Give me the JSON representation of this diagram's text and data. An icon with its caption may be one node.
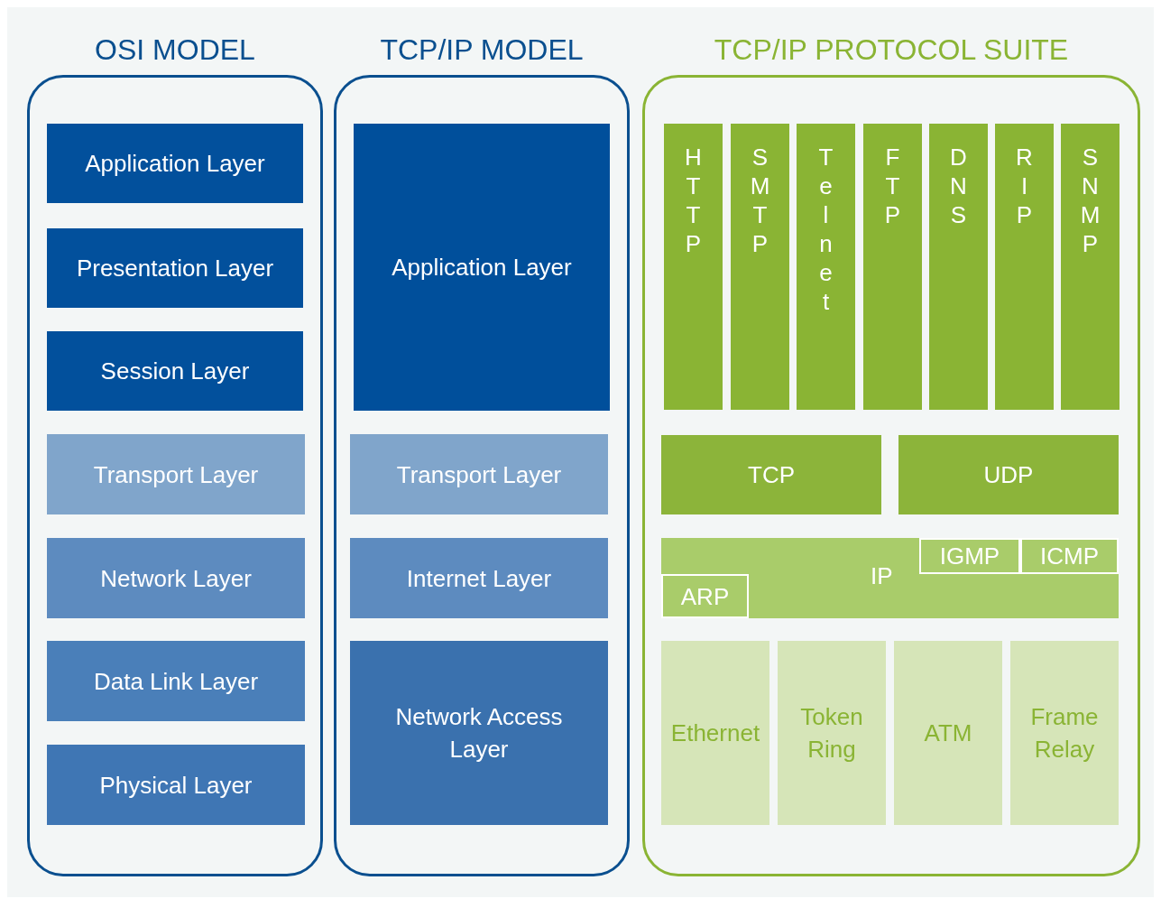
{
  "diagram": {
    "nodes": [
      {
        "text": [
          "OSI MODEL"
        ]
      },
      {
        "text": [
          "Application Layer"
        ],
        "in": 0
      },
      {
        "text": [
          "Presentation Layer"
        ],
        "in": 0
      },
      {
        "text": [
          "Session Layer"
        ],
        "in": 0
      },
      {
        "text": [
          "Transport Layer"
        ],
        "in": 0
      },
      {
        "text": [
          "Network Layer"
        ],
        "in": 0
      },
      {
        "text": [
          "Data Link Layer"
        ],
        "in": 0
      },
      {
        "text": [
          "Physical Layer"
        ],
        "in": 0
      },
      {
        "text": [
          "TCP/IP MODEL"
        ]
      },
      {
        "text": [
          "Application Layer"
        ],
        "in": 8
      },
      {
        "text": [
          "Transport Layer"
        ],
        "in": 8
      },
      {
        "text": [
          "Internet Layer"
        ],
        "in": 8
      },
      {
        "text": [
          "Network Access Layer"
        ],
        "in": 8
      },
      {
        "text": [
          "TCP/IP PROTOCOL SUITE"
        ]
      },
      {
        "text": [
          "HTTP"
        ],
        "in": 13
      },
      {
        "text": [
          "SMTP"
        ],
        "in": 13
      },
      {
        "text": [
          "Telnet"
        ],
        "in": 13
      },
      {
        "text": [
          "FTP"
        ],
        "in": 13
      },
      {
        "text": [
          "DNS"
        ],
        "in": 13
      },
      {
        "text": [
          "RIP"
        ],
        "in": 13
      },
      {
        "text": [
          "SNMP"
        ],
        "in": 13
      },
      {
        "text": [
          "TCP"
        ],
        "in": 13
      },
      {
        "text": [
          "UDP"
        ],
        "in": 13
      },
      {
        "text": [
          "IP"
        ],
        "in": 13
      },
      {
        "text": [
          "IGMP"
        ],
        "in": 23
      },
      {
        "text": [
          "ICMP"
        ],
        "in": 23
      },
      {
        "text": [
          "ARP"
        ],
        "in": 23
      },
      {
        "text": [
          "Ethernet"
        ],
        "in": 13
      },
      {
        "text": [
          "Token Ring"
        ],
        "in": 13
      },
      {
        "text": [
          "ATM"
        ],
        "in": 13
      },
      {
        "text": [
          "Frame Relay"
        ],
        "in": 13
      }
    ]
  }
}
